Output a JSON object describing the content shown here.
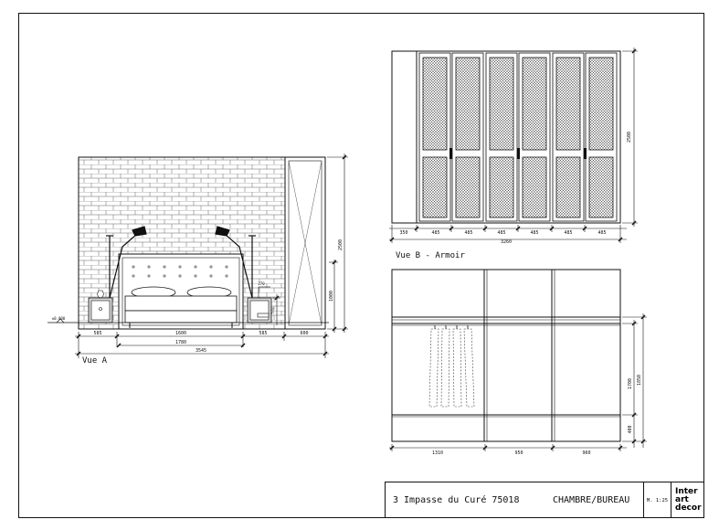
{
  "view_a": {
    "title": "Vue A",
    "level": "±0.000",
    "dims": {
      "d585_left": "585",
      "d1600": "1600",
      "d585_right": "585",
      "d600": "600",
      "d1780": "1780",
      "d3545": "3545",
      "d2500": "2500",
      "d1000": "1000",
      "d270": "270",
      "d570": "570"
    }
  },
  "view_b": {
    "title": "Vue B - Armoir",
    "dims": {
      "w350": "350",
      "w485_1": "485",
      "w485_2": "485",
      "w485_3": "485",
      "w485_4": "485",
      "w485_5": "485",
      "w485_6": "485",
      "w3260": "3260",
      "h2500": "2500"
    }
  },
  "view_c": {
    "dims": {
      "w1310": "1310",
      "w950": "950",
      "w960": "960",
      "h1700": "1700",
      "h1850": "1850",
      "h400": "400"
    }
  },
  "title_block": {
    "address": "3 Impasse du Curé 75018",
    "room": "CHAMBRE/BUREAU",
    "scale": "M. 1:25",
    "logo": [
      "Inter",
      "art",
      "decor"
    ]
  }
}
